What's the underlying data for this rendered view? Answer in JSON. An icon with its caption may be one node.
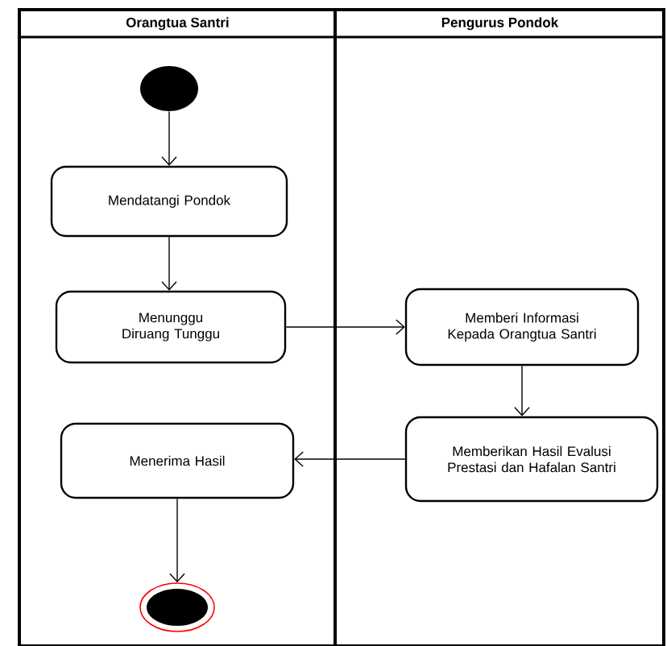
{
  "diagram": {
    "nodes": [
      {
        "text": [
          "Orangtua Santri"
        ]
      },
      {
        "text": [
          "Pengurus Pondok"
        ]
      },
      {
        "text": [],
        "shape": "circle",
        "in": 0
      },
      {
        "text": [
          "Mendatangi Pondok"
        ],
        "in": 0
      },
      {
        "text": [
          "Menunggu Diruang Tunggu"
        ],
        "in": 0
      },
      {
        "text": [
          "Memberi Informasi Kepada Orangtua Santri"
        ],
        "in": 1
      },
      {
        "text": [
          "Memberikan Hasil Evalusi Prestasi dan Hafalan Santri"
        ],
        "in": 1
      },
      {
        "text": [
          "Menerima Hasil"
        ],
        "in": 0
      },
      {
        "text": [],
        "shape": "end-circle",
        "in": 0
      }
    ],
    "edges": [
      {
        "from": 2,
        "to": 3,
        "arrow": "to"
      },
      {
        "from": 3,
        "to": 4,
        "arrow": "to"
      },
      {
        "from": 4,
        "to": 5,
        "arrow": "to"
      },
      {
        "from": 5,
        "to": 6,
        "arrow": "to"
      },
      {
        "from": 6,
        "to": 7,
        "arrow": "to"
      },
      {
        "from": 7,
        "to": 8,
        "arrow": "to"
      }
    ]
  }
}
